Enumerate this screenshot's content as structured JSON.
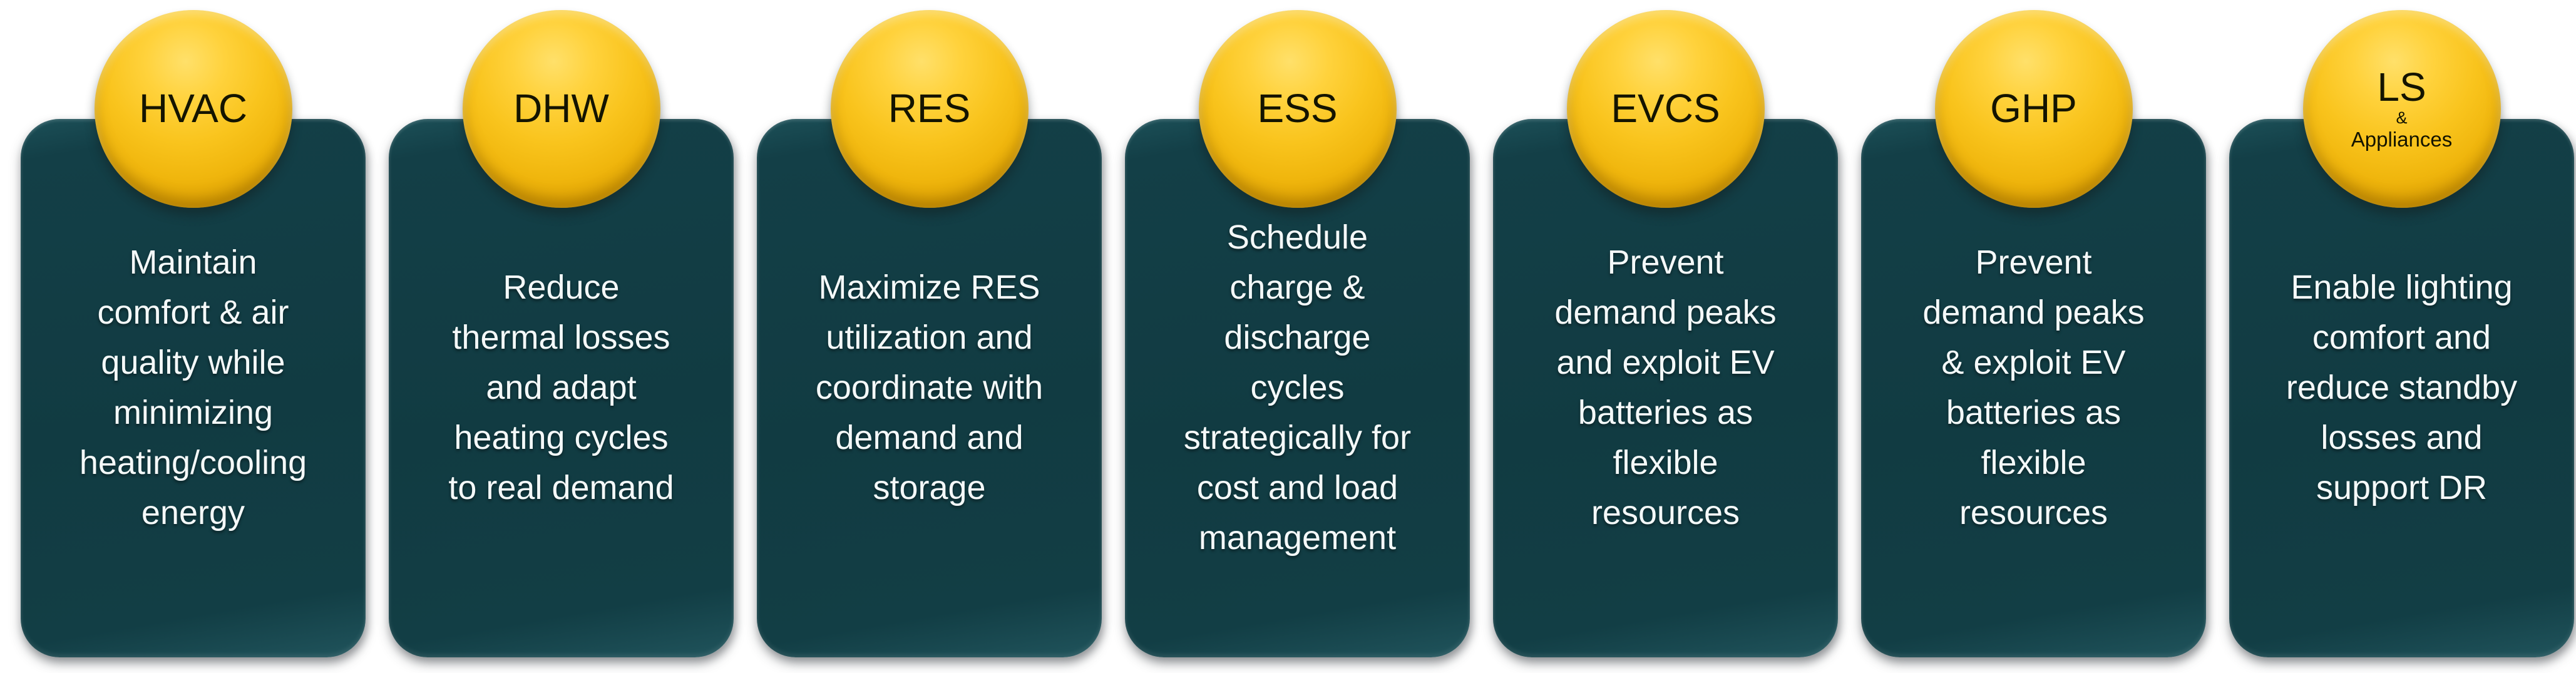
{
  "slide": {
    "background_color": "#ffffff",
    "card_color": "#113b42",
    "badge_color": "#f6c117",
    "badge_text_color": "#141400",
    "card_text_color": "#f4f9f9",
    "cards": [
      {
        "title": "HVAC",
        "amp": "",
        "subtitle": "",
        "description": "Maintain\ncomfort & air\nquality while\nminimizing\nheating/cooling\nenergy"
      },
      {
        "title": "DHW",
        "amp": "",
        "subtitle": "",
        "description": "Reduce\nthermal losses\nand adapt\nheating cycles\nto real demand"
      },
      {
        "title": "RES",
        "amp": "",
        "subtitle": "",
        "description": "Maximize RES\nutilization and\ncoordinate with\ndemand and\nstorage"
      },
      {
        "title": "ESS",
        "amp": "",
        "subtitle": "",
        "description": "Schedule\ncharge &\ndischarge\ncycles\nstrategically for\ncost and load\nmanagement"
      },
      {
        "title": "EVCS",
        "amp": "",
        "subtitle": "",
        "description": "Prevent\ndemand peaks\nand exploit EV\nbatteries as\nflexible\nresources"
      },
      {
        "title": "GHP",
        "amp": "",
        "subtitle": "",
        "description": "Prevent\ndemand peaks\n& exploit EV\nbatteries as\nflexible\nresources"
      },
      {
        "title": "LS",
        "amp": "&",
        "subtitle": "Appliances",
        "description": "Enable lighting\ncomfort and\nreduce standby\nlosses and\nsupport DR"
      }
    ]
  }
}
